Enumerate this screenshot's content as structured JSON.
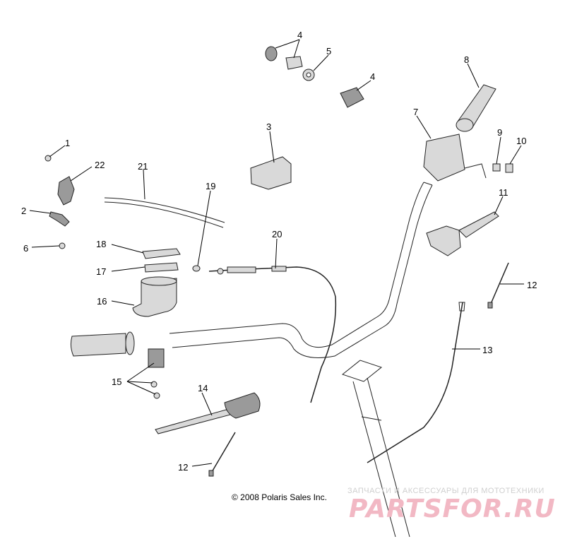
{
  "diagram": {
    "callouts": [
      {
        "id": "c1",
        "text": "1"
      },
      {
        "id": "c2",
        "text": "2"
      },
      {
        "id": "c3",
        "text": "3"
      },
      {
        "id": "c4a",
        "text": "4"
      },
      {
        "id": "c4b",
        "text": "4"
      },
      {
        "id": "c5",
        "text": "5"
      },
      {
        "id": "c6",
        "text": "6"
      },
      {
        "id": "c7",
        "text": "7"
      },
      {
        "id": "c8",
        "text": "8"
      },
      {
        "id": "c9",
        "text": "9"
      },
      {
        "id": "c10",
        "text": "10"
      },
      {
        "id": "c11",
        "text": "11"
      },
      {
        "id": "c12a",
        "text": "12"
      },
      {
        "id": "c12b",
        "text": "12"
      },
      {
        "id": "c13",
        "text": "13"
      },
      {
        "id": "c14",
        "text": "14"
      },
      {
        "id": "c15",
        "text": "15"
      },
      {
        "id": "c16",
        "text": "16"
      },
      {
        "id": "c17",
        "text": "17"
      },
      {
        "id": "c18",
        "text": "18"
      },
      {
        "id": "c19",
        "text": "19"
      },
      {
        "id": "c20",
        "text": "20"
      },
      {
        "id": "c21",
        "text": "21"
      },
      {
        "id": "c22",
        "text": "22"
      }
    ],
    "copyright": "© 2008 Polaris Sales Inc.",
    "watermark": {
      "tagline": "ЗАПЧАСТИ И АКСЕССУАРЫ ДЛЯ МОТОТЕХНИКИ",
      "brand": "PARTSFOR.RU"
    }
  },
  "colors": {
    "line": "#222222",
    "part_fill": "#d9d9d9",
    "watermark": "#f2b8c4"
  }
}
